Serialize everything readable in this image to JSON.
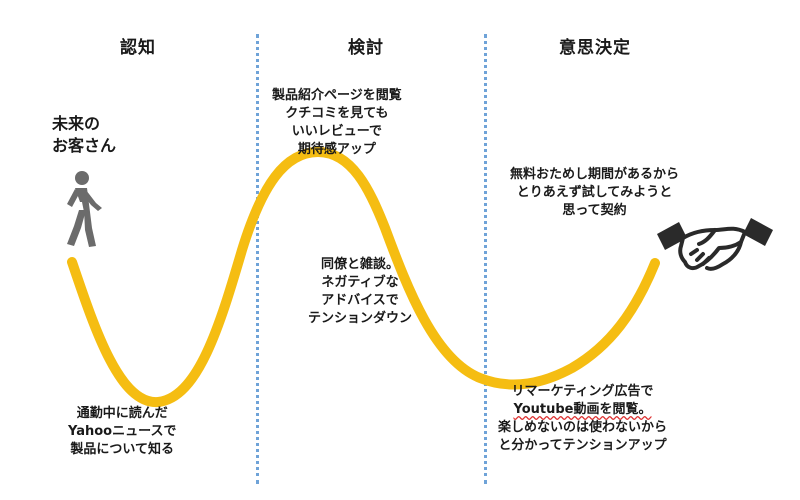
{
  "stages": [
    {
      "label": "認知"
    },
    {
      "label": "検討"
    },
    {
      "label": "意思決定"
    }
  ],
  "persona": {
    "lines": [
      "未来の",
      "お客さん"
    ],
    "icon": "walking-person-icon"
  },
  "deal_icon": "handshake-icon",
  "notes": {
    "awareness": [
      "通勤中に読んだ",
      "Yahooニュースで",
      "製品について知る"
    ],
    "consider_peak": [
      "製品紹介ページを閲覧",
      "クチコミを見ても",
      "いいレビューで",
      "期待感アップ"
    ],
    "consider_dip": [
      "同僚と雑談。",
      "ネガティブな",
      "アドバイスで",
      "テンションダウン"
    ],
    "decision_low": [
      "リマーケティング広告で",
      "Youtube動画を閲覧。",
      "楽しめないのは使わないから",
      "と分かってテンションアップ"
    ],
    "decision_high": [
      "無料おためし期間があるから",
      "とりあえず試してみようと",
      "思って契約"
    ]
  },
  "colors": {
    "curve": "#f5bd12",
    "divider": "#6fa3d8",
    "icon": "#6b6b6b"
  }
}
